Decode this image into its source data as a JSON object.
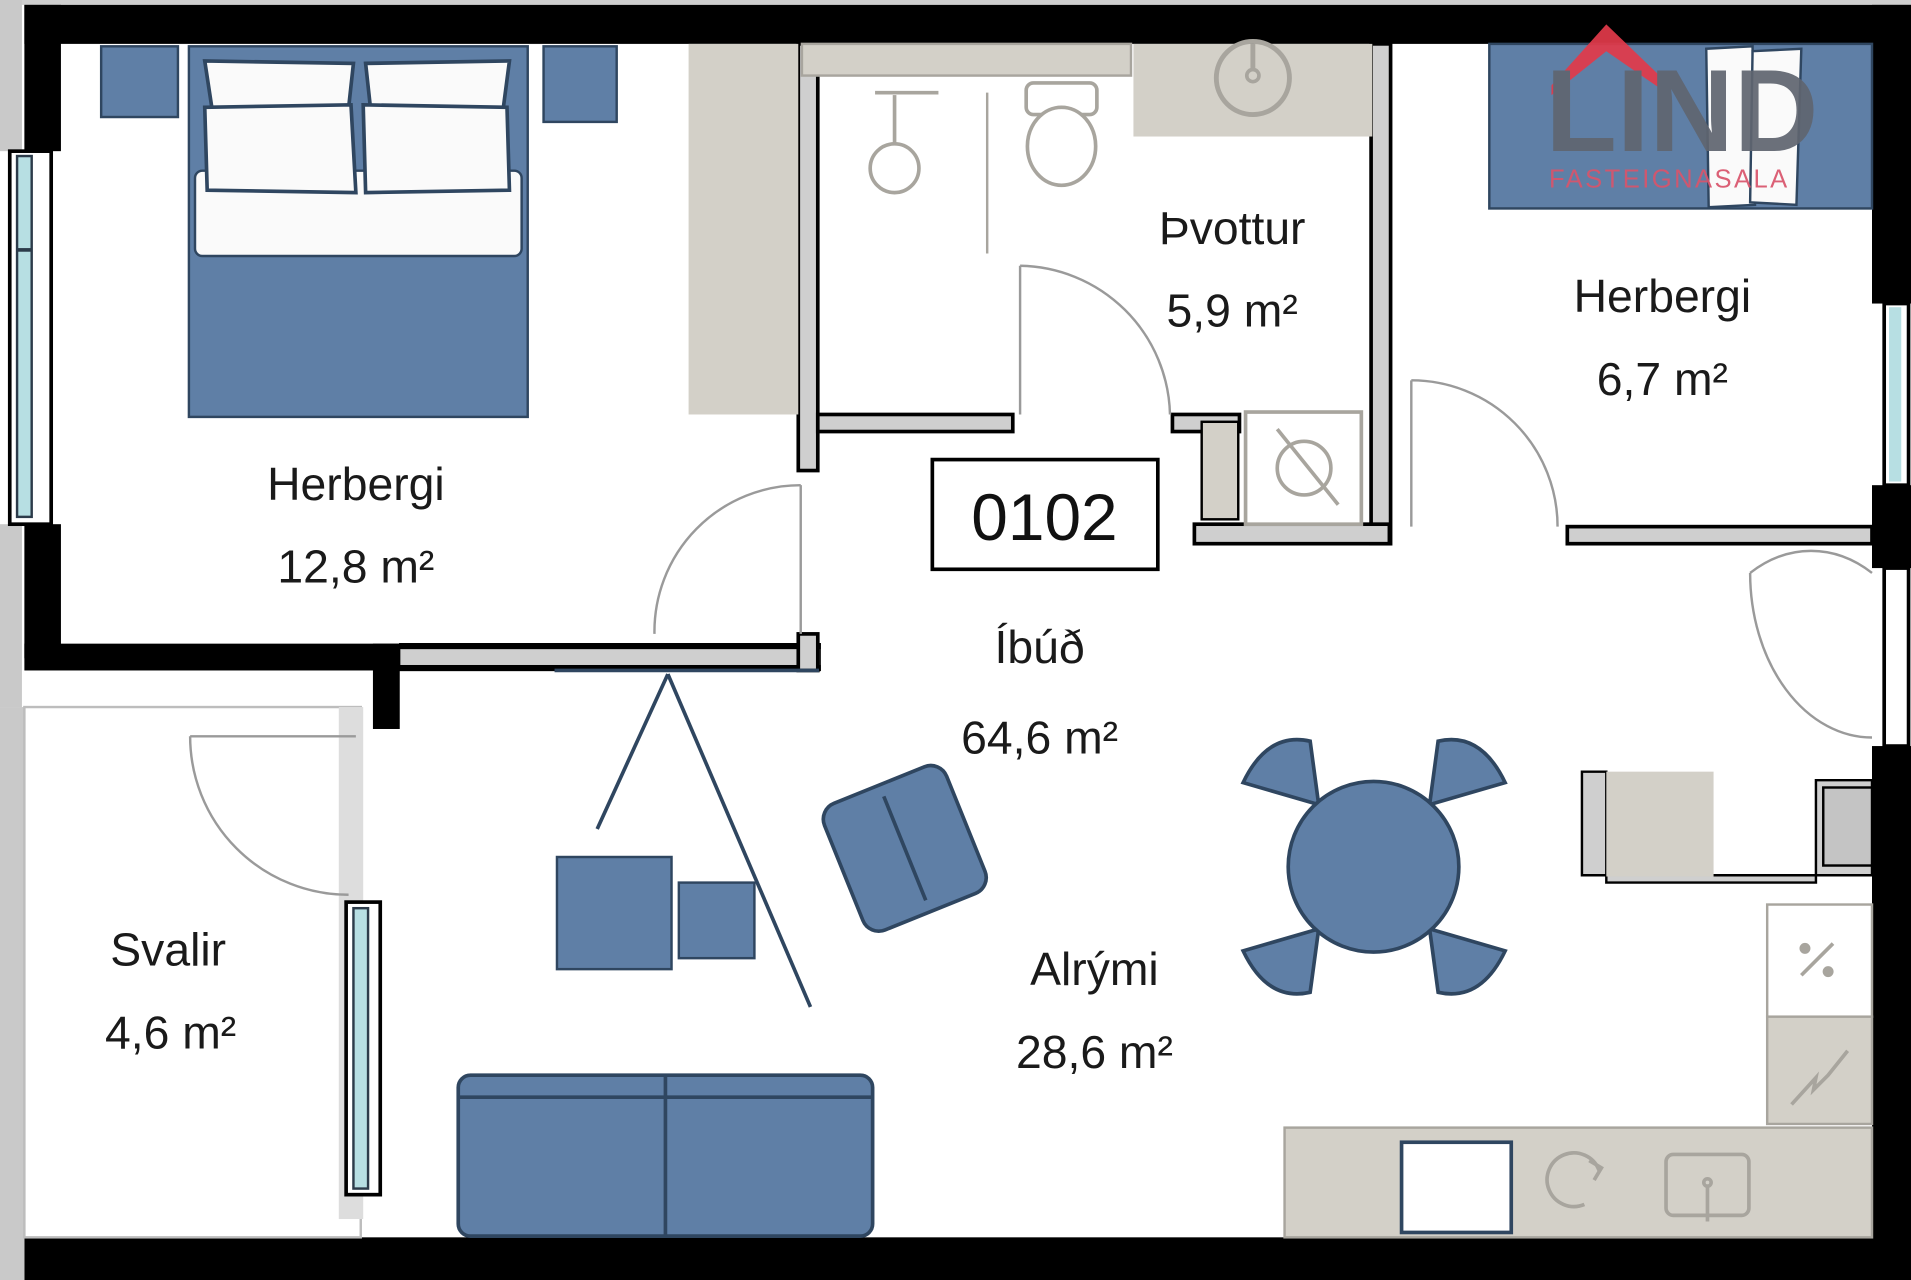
{
  "plan": {
    "unit_number": "0102",
    "apartment": {
      "name": "Íbúð",
      "area": "64,6 m²"
    },
    "rooms": [
      {
        "id": "bedroom-large",
        "name": "Herbergi",
        "area": "12,8 m²"
      },
      {
        "id": "laundry",
        "name": "Þvottur",
        "area": "5,9 m²"
      },
      {
        "id": "bedroom-small",
        "name": "Herbergi",
        "area": "6,7 m²"
      },
      {
        "id": "living",
        "name": "Alrými",
        "area": "28,6 m²"
      },
      {
        "id": "balcony",
        "name": "Svalir",
        "area": "4,6 m²"
      }
    ]
  },
  "logo": {
    "name": "LIND",
    "subtitle": "FASTEIGNASALA"
  },
  "colors": {
    "wall": "#000000",
    "furniture": "#5f7fa6",
    "furniture_outline": "#2f4660",
    "fixture": "#d3d0c8",
    "fixture_line": "#a8a59e",
    "window": "#b7dfe3",
    "logo_red": "#e23a4a",
    "logo_gray": "#5f6570",
    "logo_pink": "#d9546b"
  },
  "icons": [
    "bed-icon",
    "sink-icon",
    "toilet-icon",
    "shower-icon",
    "washer-icon",
    "armchair-icon",
    "table-icon",
    "sofa-icon",
    "stove-icon",
    "fridge-icon",
    "dishwasher-icon",
    "door-swing-icon"
  ]
}
